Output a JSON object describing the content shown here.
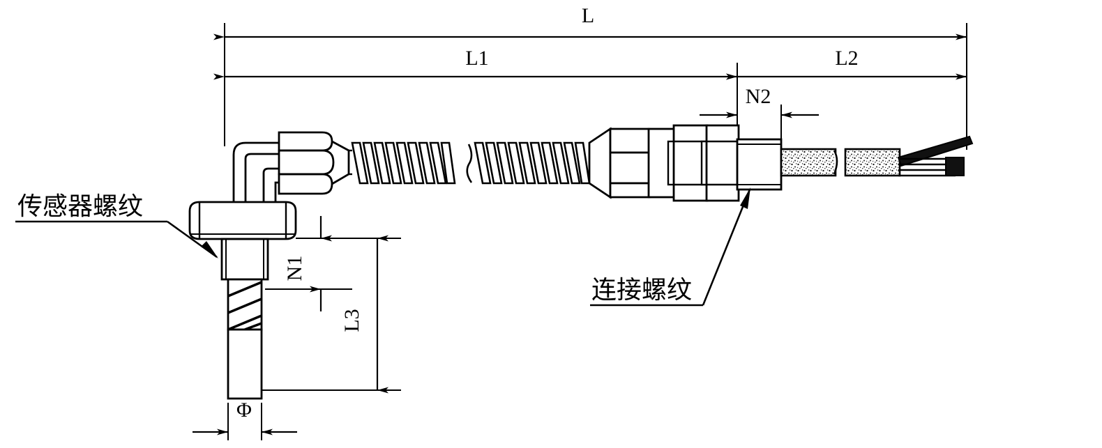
{
  "drawing": {
    "title": "temperature-sensor-assembly-dimension-drawing",
    "background_color": "#ffffff",
    "line_color": "#000000"
  },
  "dimensions": {
    "overall_length": "L",
    "probe_to_connector_length": "L1",
    "cable_length": "L2",
    "thread_length_n1": "N1",
    "connector_thread_length_n2": "N2",
    "insertion_length_l3": "L3",
    "probe_diameter": "Φ"
  },
  "labels": {
    "sensor_thread": "传感器螺纹",
    "connection_thread": "连接螺纹"
  },
  "icons": {
    "arrow": "dimension-arrow",
    "leader": "leader-line"
  }
}
